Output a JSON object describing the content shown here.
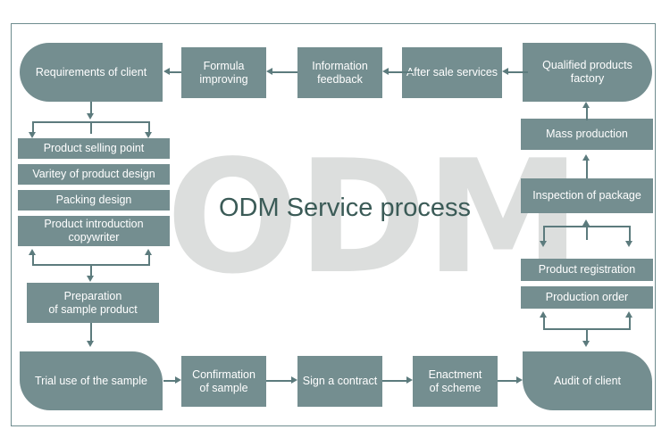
{
  "diagram": {
    "title": "ODM Service process",
    "watermark": "ODM",
    "colors": {
      "box_fill": "#748e90",
      "box_text": "#ffffff",
      "connector": "#5c7b7d",
      "title_text": "#3b5b57",
      "watermark": "#dcdedd",
      "frame": "#6e8c8e",
      "background": "#ffffff"
    },
    "nodes": {
      "requirements_of_client": "Requirements of client",
      "formula_improving": "Formula\nimproving",
      "information_feedback": "Information\nfeedback",
      "after_sale_services": "After sale services",
      "qualified_products_factory": "Qualified products\nfactory",
      "mass_production": "Mass production",
      "inspection_of_package": "Inspection of package",
      "product_registration": "Product registration",
      "production_order": "Production order",
      "audit_of_client": "Audit of client",
      "enactment_of_scheme": "Enactment\nof scheme",
      "sign_a_contract": "Sign a contract",
      "confirmation_of_sample": "Confirmation\nof sample",
      "trial_use_of_the_sample": "Trial use of the sample",
      "preparation_of_sample_product": "Preparation\nof sample product",
      "product_selling_point": "Product selling point",
      "varitey_of_product_design": "Varitey of product design",
      "packing_design": "Packing design",
      "product_introduction_copywriter": "Product introduction\ncopywriter"
    },
    "flow_order": [
      "requirements_of_client",
      "product_selling_point",
      "varitey_of_product_design",
      "packing_design",
      "product_introduction_copywriter",
      "preparation_of_sample_product",
      "trial_use_of_the_sample",
      "confirmation_of_sample",
      "sign_a_contract",
      "enactment_of_scheme",
      "audit_of_client",
      "production_order",
      "product_registration",
      "inspection_of_package",
      "mass_production",
      "qualified_products_factory",
      "after_sale_services",
      "information_feedback",
      "formula_improving",
      "requirements_of_client"
    ]
  }
}
